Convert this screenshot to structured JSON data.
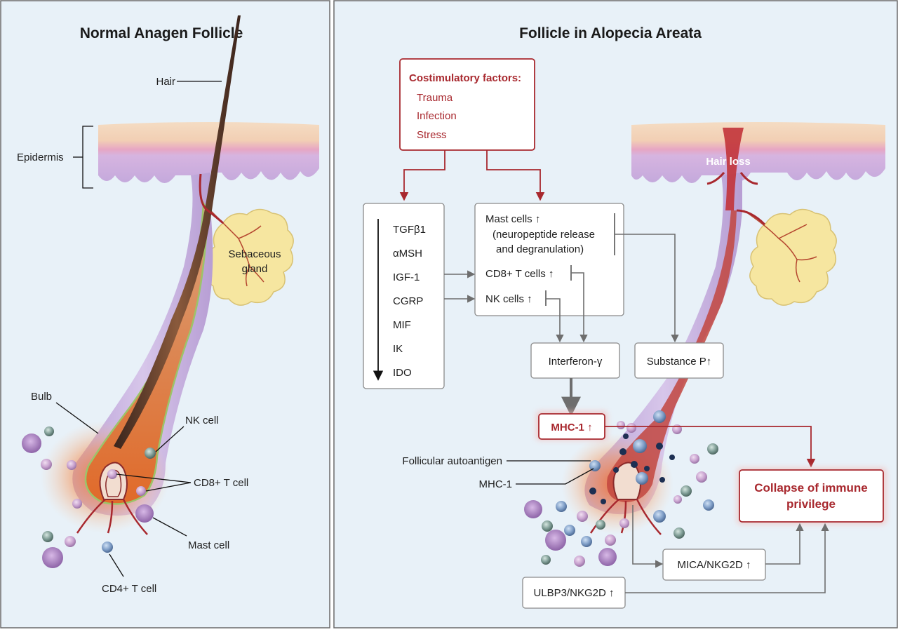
{
  "panels": {
    "left_title": "Normal Anagen Follicle",
    "right_title": "Follicle in Alopecia Areata"
  },
  "left_labels": {
    "hair": "Hair",
    "epidermis": "Epidermis",
    "sebaceous_1": "Sebaceous",
    "sebaceous_2": "gland",
    "bulb": "Bulb",
    "nk_cell": "NK cell",
    "cd8_cell": "CD8+ T cell",
    "mast_cell": "Mast cell",
    "cd4_cell": "CD4+ T cell"
  },
  "costim": {
    "heading": "Costimulatory factors:",
    "items": [
      "Trauma",
      "Infection",
      "Stress"
    ]
  },
  "factors": [
    "TGFβ1",
    "αMSH",
    "IGF-1",
    "CGRP",
    "MIF",
    "IK",
    "IDO"
  ],
  "cells_box": {
    "mast_1": "Mast cells ↑",
    "mast_2": "(neuropeptide release",
    "mast_3": "and degranulation)",
    "cd8": "CD8+ T cells ↑",
    "nk": "NK cells ↑"
  },
  "interferon": "Interferon-γ",
  "substance_p": "Substance P↑",
  "mhc_box": "MHC-1 ↑",
  "right_labels": {
    "hair_loss": "Hair loss",
    "autoantigen": "Follicular autoantigen",
    "mhc1": "MHC-1"
  },
  "collapse": {
    "line1": "Collapse of immune",
    "line2": "privilege"
  },
  "mica": "MICA/NKG2D ↑",
  "ulbp3": "ULBP3/NKG2D ↑",
  "colors": {
    "panel_bg": "#e8f1f8",
    "accent_red": "#a8282e",
    "follicle_purple": "#c9b3dc",
    "gland_yellow": "#f6e6a0",
    "bulb_orange": "#e8702a"
  }
}
